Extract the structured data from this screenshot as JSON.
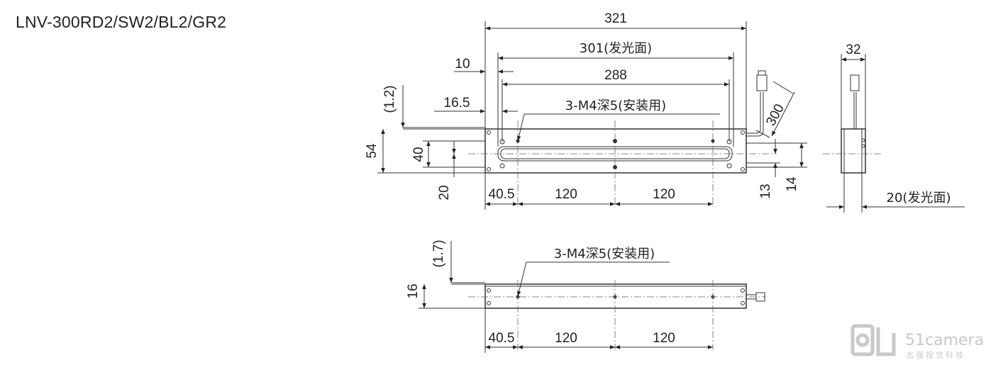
{
  "title": "LNV-300RD2/SW2/BL2/GR2",
  "front_view": {
    "overall_length": "321",
    "emitting_length": "301(发光面)",
    "hole_span": "288",
    "offset_10": "10",
    "offset_16_5": "16.5",
    "mount_note": "3-M4深5(安装用)",
    "cable_length": "300",
    "offset_1_2": "(1.2)",
    "height_54": "54",
    "height_40": "40",
    "dim_20": "20",
    "dim_40_5": "40.5",
    "pitch_1": "120",
    "pitch_2": "120",
    "dim_13": "13",
    "dim_14": "14"
  },
  "side_view": {
    "width": "32",
    "emitting_offset": "20(发光面)"
  },
  "bottom_view": {
    "offset_1_7": "(1.7)",
    "height_16": "16",
    "mount_note": "3-M4深5(安装用)",
    "dim_40_5": "40.5",
    "pitch_1": "120",
    "pitch_2": "120"
  },
  "watermark": {
    "brand": "51camera",
    "sub": "志强视觉科技"
  }
}
